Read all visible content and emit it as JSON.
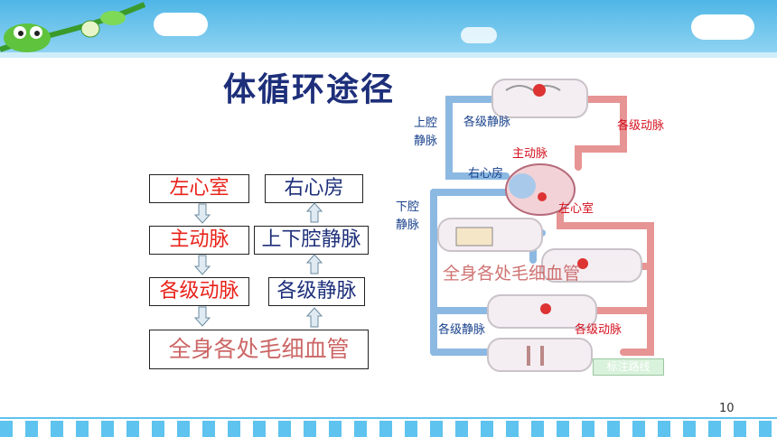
{
  "title": "体循环途径",
  "flow_left": [
    "左心室",
    "主动脉",
    "各级动脉"
  ],
  "flow_right": [
    "右心房",
    "上下腔静脉",
    "各级静脉"
  ],
  "flow_bottom": "全身各处毛细血管",
  "diagram_labels": {
    "svc": "上腔\n静脉",
    "svc_line1": "上腔",
    "svc_line2": "静脉",
    "ivc_line1": "下腔",
    "ivc_line2": "静脉",
    "veins_top": "各级静脉",
    "arteries_top": "各级动脉",
    "aorta": "主动脉",
    "right_atrium": "右心房",
    "left_ventricle": "左心室",
    "capillaries": "全身各处毛细血管",
    "veins_bottom": "各级静脉",
    "arteries_bottom": "各级动脉"
  },
  "route_button": "标注路线",
  "page_number": "10",
  "colors": {
    "title": "#1d2f7a",
    "red_text": "#e8231b",
    "vein": "#4a8fd0",
    "artery": "#e04a4a"
  }
}
